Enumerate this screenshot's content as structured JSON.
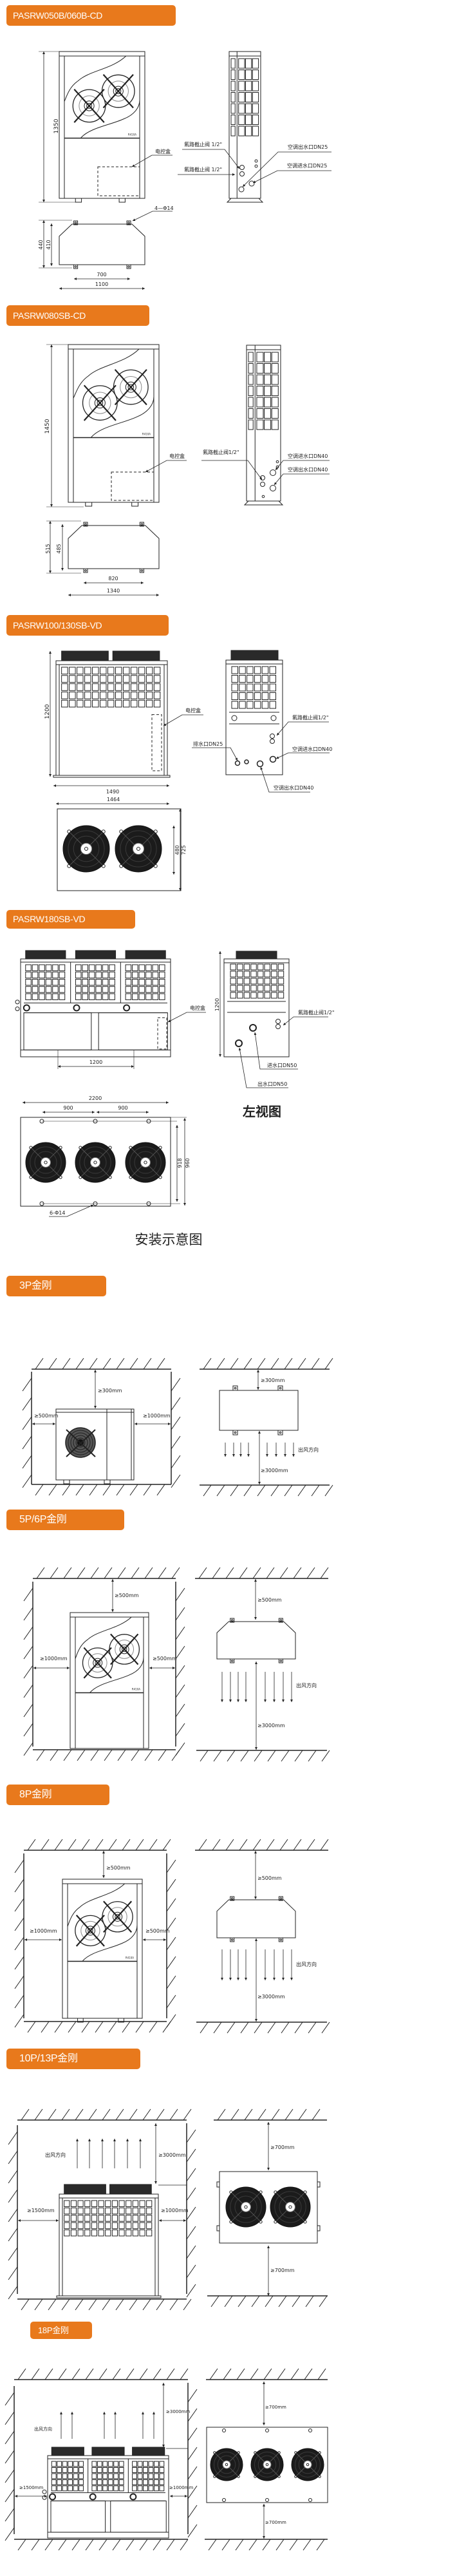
{
  "models": [
    {
      "title": "PASRW050B/060B-CD",
      "refrigerant": "R410A",
      "control_box": "电控盒",
      "valve_upper": "氟路截止阀 1/2\"",
      "valve_lower": "氟路截止阀 1/2\"",
      "water_outlet": "空调出水口DN25",
      "water_inlet": "空调进水口DN25",
      "mount_holes": "4—Φ14",
      "dims": {
        "height": "1350",
        "depth_outer": "440",
        "depth_inner": "410",
        "foot_span": "700",
        "width": "1100"
      }
    },
    {
      "title": "PASRW080SB-CD",
      "refrigerant": "R410A",
      "control_box": "电控盒",
      "valve": "氟路截止阀1/2\"",
      "water_inlet": "空调进水口DN40",
      "water_outlet": "空调出水口DN40",
      "dims": {
        "height": "1450",
        "depth_outer": "515",
        "depth_inner": "485",
        "foot_span": "820",
        "width": "1340"
      }
    },
    {
      "title": "PASRW100/130SB-VD",
      "control_box": "电控盒",
      "valve": "氟路截止阀1/2\"",
      "drain": "排水口DN25",
      "water_inlet": "空调进水口DN40",
      "water_outlet": "空调出水口DN40",
      "dims": {
        "height": "1200",
        "width": "1490",
        "top_width": "1464",
        "foot_span": "480",
        "depth": "725"
      }
    },
    {
      "title": "PASRW180SB-VD",
      "control_box": "电控盒",
      "valve": "氟路截止阀1/2\"",
      "water_inlet": "进水口DN50",
      "water_outlet": "出水口DN50",
      "left_view": "左视图",
      "mount_holes": "6-Φ14",
      "dims": {
        "foot_span": "1200",
        "height": "1200",
        "width": "2200",
        "span_left": "900",
        "span_right": "900",
        "foot_depth": "918",
        "depth": "960"
      }
    }
  ],
  "install_title": "安装示意图",
  "install": [
    {
      "title": "3P金刚",
      "top": "≥300mm",
      "left": "≥500mm",
      "right": "≥1000mm",
      "plan_top": "≥300mm",
      "airflow": "出风方向",
      "plan_bottom": "≥3000mm"
    },
    {
      "title": "5P/6P金刚",
      "top": "≥500mm",
      "left": "≥1000mm",
      "right": "≥500mm",
      "plan_top": "≥500mm",
      "airflow": "出风方向",
      "plan_bottom": "≥3000mm",
      "refrigerant": "R410A"
    },
    {
      "title": "8P金刚",
      "top": "≥500mm",
      "left": "≥1000mm",
      "right": "≥500mm",
      "plan_top": "≥500mm",
      "airflow": "出风方向",
      "plan_bottom": "≥3000mm",
      "refrigerant": "R410A"
    },
    {
      "title": "10P/13P金刚",
      "airflow": "出风方向",
      "top": "≥3000mm",
      "left": "≥1500mm",
      "right": "≥1000mm",
      "plan_top": "≥700mm",
      "plan_bottom": "≥700mm"
    },
    {
      "title": "18P金刚",
      "airflow": "出风方向",
      "top": "≥3000mm",
      "left": "≥1500mm",
      "right": "≥1000mm",
      "plan_top": "≥700mm",
      "plan_bottom": "≥700mm"
    }
  ],
  "colors": {
    "badge": "#e8791c",
    "line": "#222222",
    "fan": "#1b1b1b"
  }
}
